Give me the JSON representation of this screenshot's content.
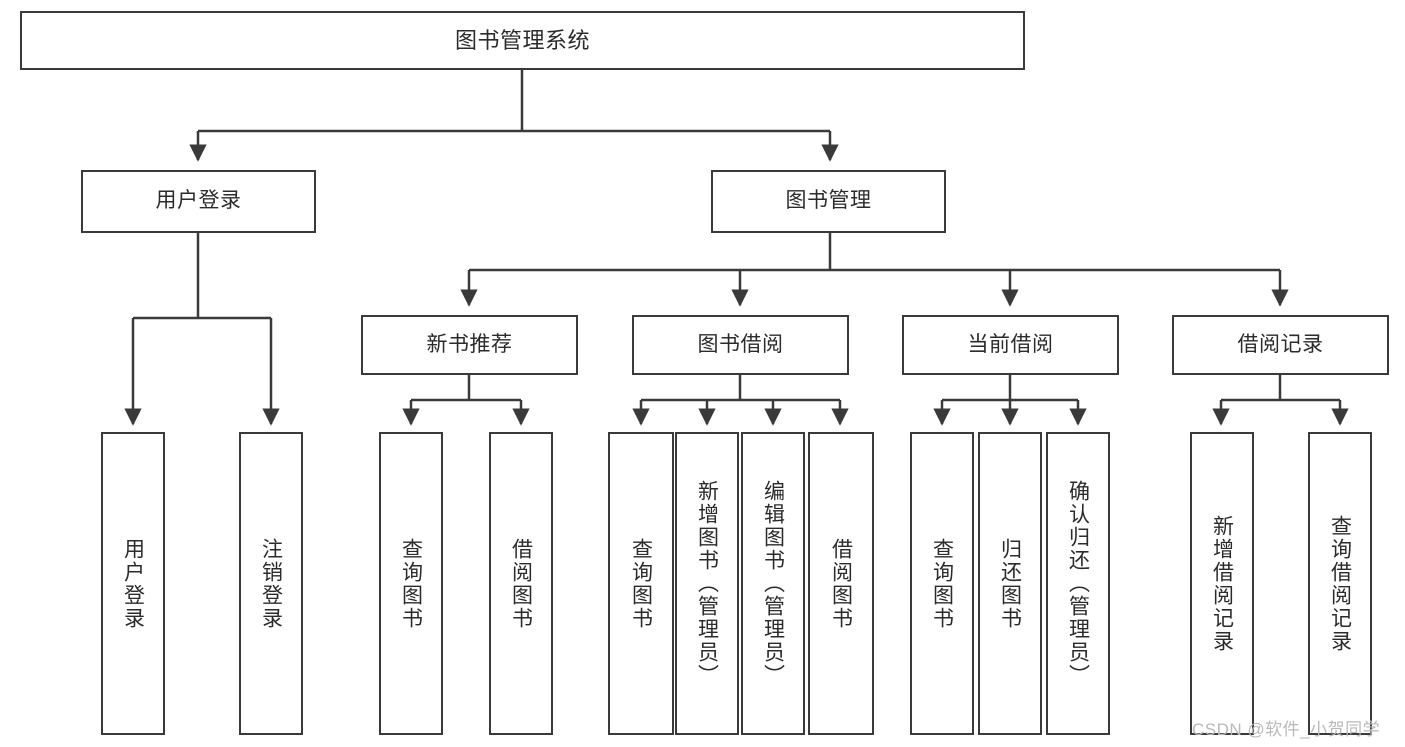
{
  "diagram": {
    "type": "tree",
    "title": "图书管理系统",
    "root": {
      "label": "图书管理系统"
    },
    "level2": [
      {
        "label": "用户登录"
      },
      {
        "label": "图书管理"
      }
    ],
    "level3": [
      {
        "label": "新书推荐"
      },
      {
        "label": "图书借阅"
      },
      {
        "label": "当前借阅"
      },
      {
        "label": "借阅记录"
      }
    ],
    "leaves": {
      "user_login": [
        {
          "label": "用户登录"
        },
        {
          "label": "注销登录"
        }
      ],
      "new_book_recommend": [
        {
          "label": "查询图书"
        },
        {
          "label": "借阅图书"
        }
      ],
      "book_borrow": [
        {
          "label": "查询图书"
        },
        {
          "label": "新增图书（管理员）"
        },
        {
          "label": "编辑图书（管理员）"
        },
        {
          "label": "借阅图书"
        }
      ],
      "current_borrow": [
        {
          "label": "查询图书"
        },
        {
          "label": "归还图书"
        },
        {
          "label": "确认归还（管理员）"
        }
      ],
      "borrow_record": [
        {
          "label": "新增借阅记录"
        },
        {
          "label": "查询借阅记录"
        }
      ]
    }
  },
  "watermark": {
    "text": "CSDN @软件_小贺同学"
  },
  "colors": {
    "stroke": "#3a3a3a",
    "background": "#ffffff",
    "text": "#2b2b2b",
    "watermark": "#b9b9b9"
  }
}
